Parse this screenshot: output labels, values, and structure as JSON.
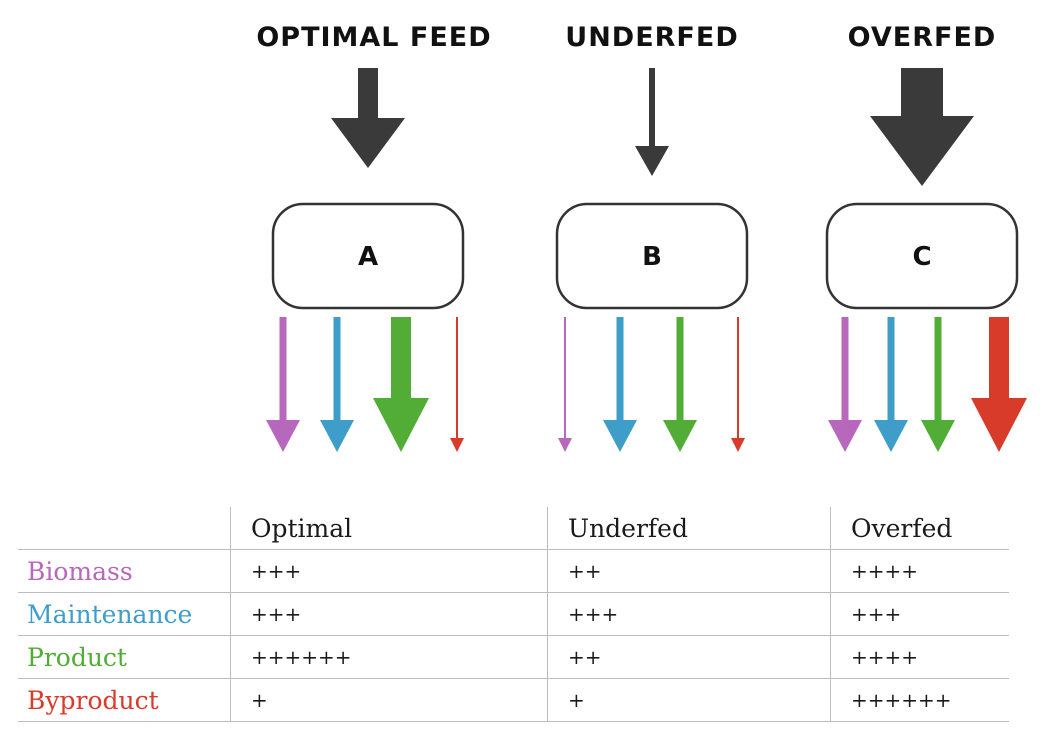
{
  "feeds": [
    {
      "title": "OPTIMAL FEED",
      "box_label": "A",
      "feed_level": 2,
      "outputs": [
        2,
        2,
        4,
        1
      ]
    },
    {
      "title": "UNDERFED",
      "box_label": "B",
      "feed_level": 1,
      "outputs": [
        1,
        2,
        2,
        1
      ]
    },
    {
      "title": "OVERFED",
      "box_label": "C",
      "feed_level": 3,
      "outputs": [
        2,
        2,
        2,
        4
      ]
    }
  ],
  "outputs": [
    {
      "name": "Biomass",
      "color": "#b768bc"
    },
    {
      "name": "Maintenance",
      "color": "#3e9dc9"
    },
    {
      "name": "Product",
      "color": "#52ad37"
    },
    {
      "name": "Byproduct",
      "color": "#d93b2b"
    }
  ],
  "feed_arrow_color": "#3a3a3a",
  "table": {
    "columns": [
      "Optimal",
      "Underfed",
      "Overfed"
    ],
    "rows": [
      {
        "label": "Biomass",
        "color": "#b768bc",
        "values": [
          "+++",
          "++",
          "++++"
        ]
      },
      {
        "label": "Maintenance",
        "color": "#3e9dc9",
        "values": [
          "+++",
          "+++",
          "+++"
        ]
      },
      {
        "label": "Product",
        "color": "#52ad37",
        "values": [
          "++++++",
          "++",
          "++++"
        ]
      },
      {
        "label": "Byproduct",
        "color": "#d93b2b",
        "values": [
          "+",
          "+",
          "++++++"
        ]
      }
    ]
  }
}
